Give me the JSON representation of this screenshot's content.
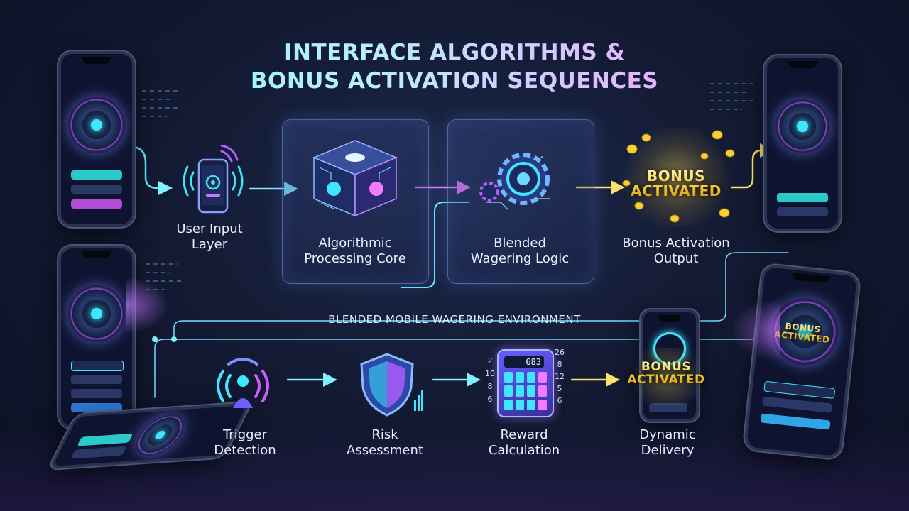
{
  "title_line1": "INTERFACE ALGORITHMS &",
  "title_line2": "BONUS ACTIVATION SEQUENCES",
  "nodes": {
    "user_input": [
      "User Input",
      "Layer"
    ],
    "algorithmic": [
      "Algorithmic",
      "Processing Core"
    ],
    "blended": [
      "Blended",
      "Wagering Logic"
    ],
    "bonus_output": [
      "Bonus Activation",
      "Output"
    ],
    "trigger": [
      "Trigger",
      "Detection"
    ],
    "risk": [
      "Risk",
      "Assessment"
    ],
    "reward": [
      "Reward",
      "Calculation"
    ],
    "dynamic": [
      "Dynamic",
      "Delivery"
    ]
  },
  "environment_label": "BLENDED MOBILE WAGERING ENVIRONMENT",
  "bonus_badge": [
    "BONUS",
    "ACTIVATED"
  ],
  "calculator_display": "683",
  "calc_side_numbers_left": [
    "2",
    "10",
    "8",
    "6"
  ],
  "calc_side_numbers_right": [
    "26",
    "8",
    "12",
    "5",
    "6"
  ],
  "colors": {
    "cyan": "#3ee7ff",
    "purple": "#b45cff",
    "pink": "#ff6ad5",
    "gold": "#f6d035"
  }
}
